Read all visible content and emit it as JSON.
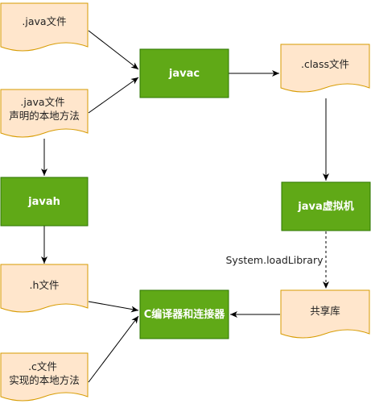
{
  "colors": {
    "doc_fill": "#ffe6cc",
    "doc_stroke": "#d79b00",
    "proc_fill": "#60a917",
    "proc_stroke": "#2d7600",
    "edge": "#000000"
  },
  "nodes": {
    "java_file": {
      "lines": [
        ".java文件"
      ]
    },
    "native_decl_file": {
      "lines": [
        ".java文件",
        "声明的本地方法"
      ]
    },
    "javah": {
      "label": "javah"
    },
    "h_file": {
      "lines": [
        ".h文件"
      ]
    },
    "c_file": {
      "lines": [
        ".c文件",
        "实现的本地方法"
      ]
    },
    "javac": {
      "label": "javac"
    },
    "c_compiler": {
      "label": "C编译器和连接器"
    },
    "class_file": {
      "lines": [
        ".class文件"
      ]
    },
    "jvm": {
      "label": "java虚拟机"
    },
    "shared_lib": {
      "lines": [
        "共享库"
      ]
    }
  },
  "edges": {
    "load_label": "System.loadLibrary"
  }
}
